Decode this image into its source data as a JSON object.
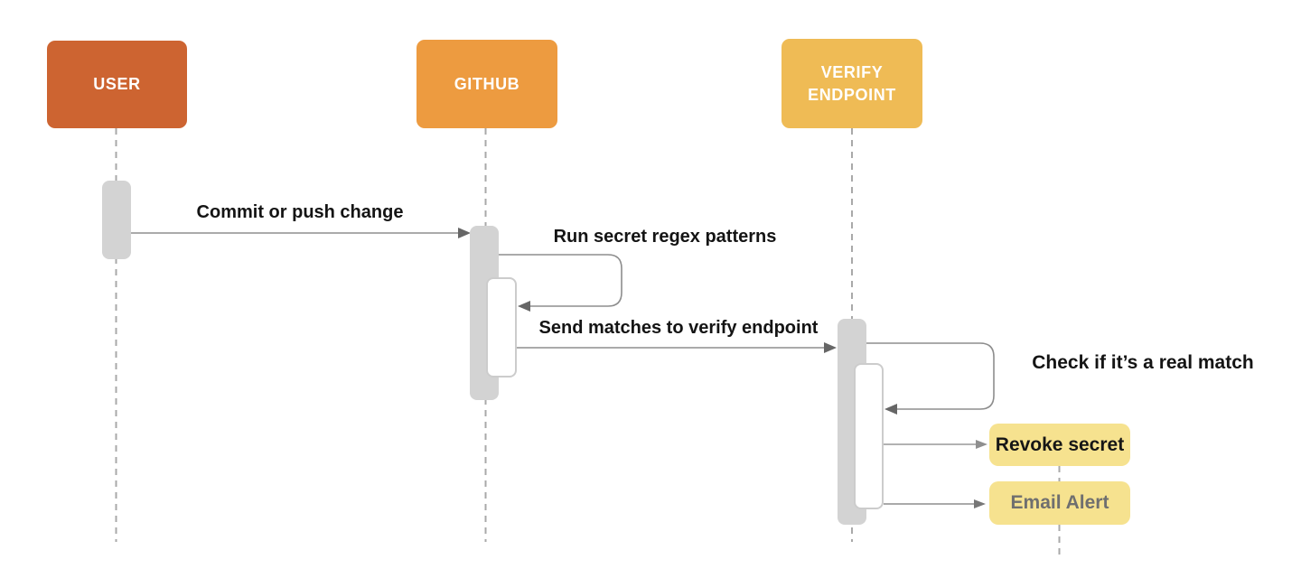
{
  "diagram": {
    "type": "sequence",
    "actors": [
      {
        "label": "USER",
        "color": "#cd6431",
        "text_color": "#ffffff"
      },
      {
        "label": "GITHUB",
        "color": "#ed9b40",
        "text_color": "#ffffff"
      },
      {
        "label": "VERIFY ENDPOINT",
        "color": "#efbb55",
        "text_color": "#ffffff"
      }
    ],
    "messages": [
      {
        "from": "USER",
        "to": "GITHUB",
        "kind": "arrow",
        "label": "Commit or push change"
      },
      {
        "from": "GITHUB",
        "to": "GITHUB",
        "kind": "self-loop",
        "label": "Run secret regex patterns"
      },
      {
        "from": "GITHUB",
        "to": "VERIFY ENDPOINT",
        "kind": "arrow",
        "label": "Send matches to verify endpoint"
      },
      {
        "from": "VERIFY ENDPOINT",
        "to": "VERIFY ENDPOINT",
        "kind": "self-loop",
        "label": "Check if it’s a real match"
      },
      {
        "from": "VERIFY ENDPOINT",
        "to": "Revoke secret",
        "kind": "arrow",
        "label": ""
      },
      {
        "from": "VERIFY ENDPOINT",
        "to": "Email Alert",
        "kind": "arrow",
        "label": ""
      }
    ],
    "notes": [
      {
        "label": "Revoke secret",
        "color": "#f6e28f",
        "text_color": "#161616"
      },
      {
        "label": "Email Alert",
        "color": "#f6e28f",
        "text_color": "#6f6f6f"
      }
    ],
    "style_colors": {
      "lifeline": "#a9a9a9",
      "arrow_line": "#8d8d8d",
      "arrow_head": "#666666",
      "activation_fill": "#d3d3d3"
    }
  }
}
